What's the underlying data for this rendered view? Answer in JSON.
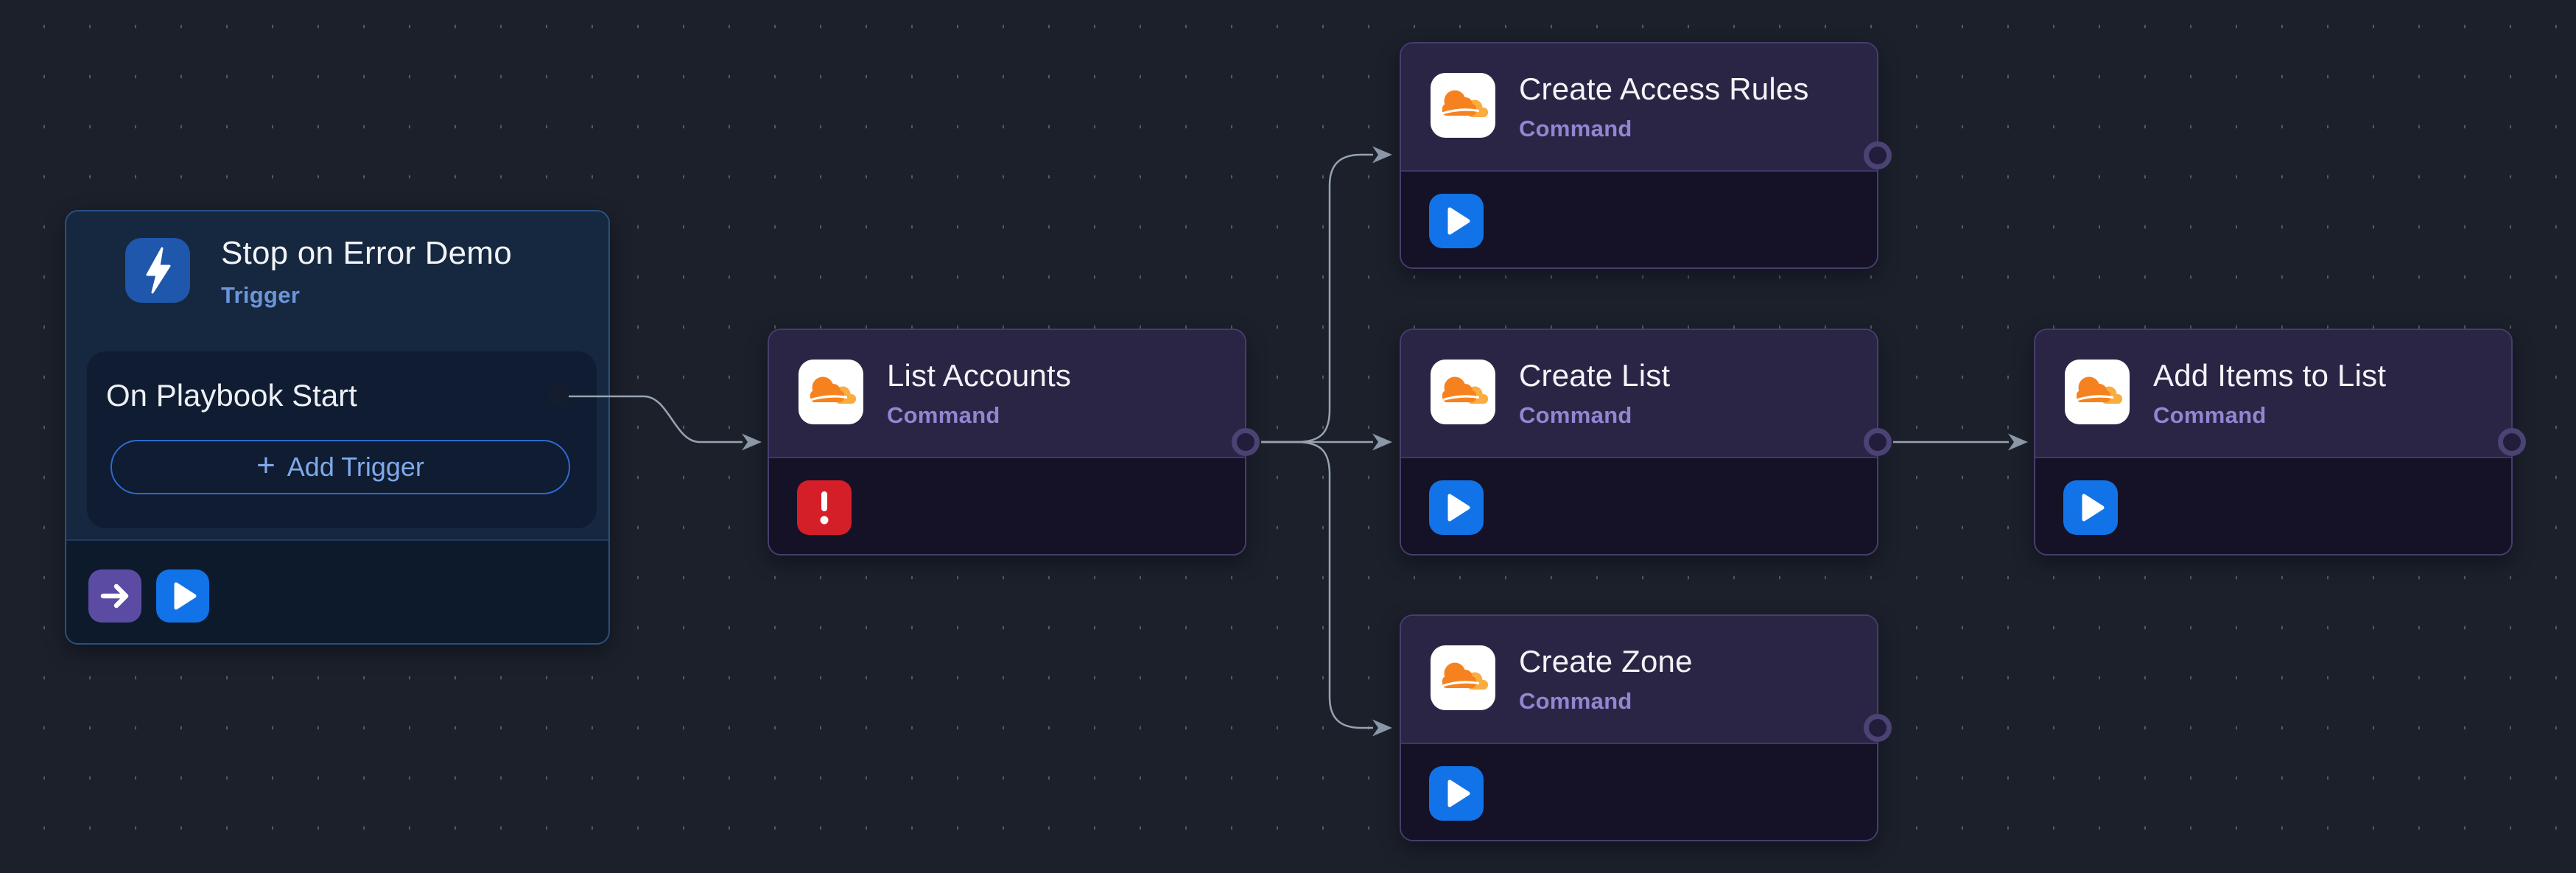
{
  "canvas": {
    "type": "playbook-workflow-editor",
    "background_color": "#1b202b",
    "grid_dot_color": "#575c64"
  },
  "trigger_node": {
    "title": "Stop on Error Demo",
    "subtitle": "Trigger",
    "item_label": "On Playbook Start",
    "add_trigger_plus": "+",
    "add_trigger_label": "Add Trigger",
    "icon": "lightning-icon"
  },
  "command_nodes": [
    {
      "title": "List Accounts",
      "subtitle": "Command",
      "icon": "cloudflare-icon",
      "status": "error"
    },
    {
      "title": "Create Access Rules",
      "subtitle": "Command",
      "icon": "cloudflare-icon",
      "status": "runnable"
    },
    {
      "title": "Create List",
      "subtitle": "Command",
      "icon": "cloudflare-icon",
      "status": "runnable"
    },
    {
      "title": "Add Items to List",
      "subtitle": "Command",
      "icon": "cloudflare-icon",
      "status": "runnable"
    },
    {
      "title": "Create Zone",
      "subtitle": "Command",
      "icon": "cloudflare-icon",
      "status": "runnable"
    }
  ],
  "connections": [
    {
      "from": "Stop on Error Demo / On Playbook Start",
      "to": "List Accounts"
    },
    {
      "from": "List Accounts",
      "to": "Create Access Rules"
    },
    {
      "from": "List Accounts",
      "to": "Create List"
    },
    {
      "from": "List Accounts",
      "to": "Create Zone"
    },
    {
      "from": "Create List",
      "to": "Add Items to List"
    }
  ],
  "colors": {
    "accent_blue": "#1273e8",
    "trigger_icon_blue": "#1e57ab",
    "goto_purple": "#5c4ba3",
    "error_red": "#d41f29",
    "cloudflare_orange": "#f6821f",
    "cloudflare_orange_light": "#faad3f",
    "edge_gray": "#97a3b1",
    "command_header_bg": "#2b2545",
    "command_body_bg": "#151126",
    "command_border": "#453e6e",
    "trigger_bg": "#16283f",
    "trigger_border": "#29507f",
    "subtitle_purple": "#9186d1",
    "subtitle_blue": "#6c95da"
  }
}
